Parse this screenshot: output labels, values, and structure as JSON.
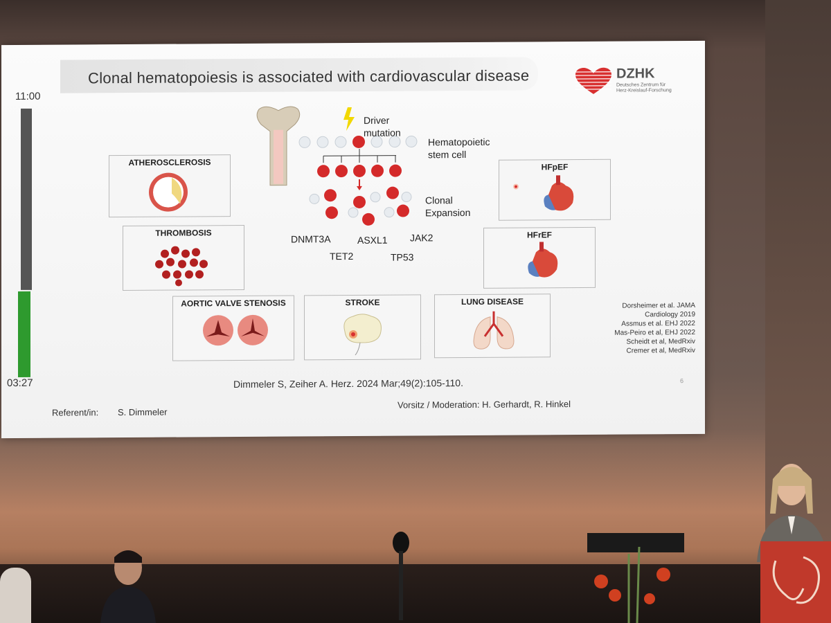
{
  "slide": {
    "title": "Clonal hematopoiesis is associated with cardiovascular disease",
    "logo": {
      "name": "DZHK",
      "subtitle": "Deutsches Zentrum für Herz-Kreislauf-Forschung"
    },
    "timer": {
      "elapsed": "11:00",
      "remaining": "03:27"
    },
    "diagram": {
      "driver": "Driver",
      "driver_line2": "mutation",
      "hsc": "Hematopoietic",
      "hsc_line2": "stem cell",
      "clonal": "Clonal",
      "clonal_line2": "Expansion",
      "genes": [
        "DNMT3A",
        "ASXL1",
        "JAK2",
        "TET2",
        "TP53"
      ]
    },
    "diseases": {
      "atherosclerosis": "ATHEROSCLEROSIS",
      "thrombosis": "THROMBOSIS",
      "aortic": "AORTIC VALVE STENOSIS",
      "stroke": "STROKE",
      "lung": "LUNG DISEASE",
      "hfpef": "HFpEF",
      "hfref": "HFrEF"
    },
    "citations": [
      "Dorsheimer et al. JAMA",
      "Cardiology  2019",
      "Assmus et al. EHJ 2022",
      "Mas-Peiro et al, EHJ 2022",
      "Scheidt et al, MedRxiv",
      "Cremer et al, MedRxiv"
    ],
    "reference": "Dimmeler S, Zeiher A. Herz. 2024 Mar;49(2):105-110.",
    "page_number": "6",
    "footer_left_label": "Referent/in:",
    "footer_left_name": "S. Dimmeler",
    "footer_right": "Vorsitz / Moderation: H. Gerhardt, R. Hinkel"
  },
  "colors": {
    "timer_green": "#2e9a2e",
    "cell_red": "#d42a2a",
    "podium": "#c0392b"
  }
}
